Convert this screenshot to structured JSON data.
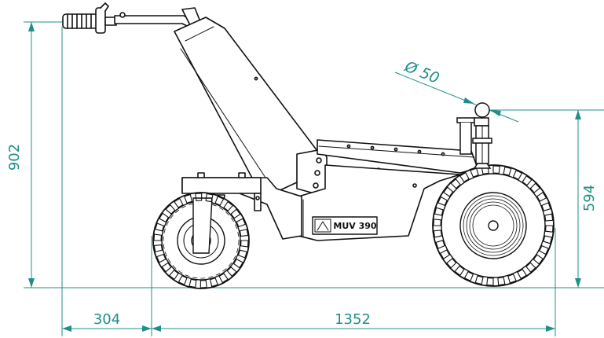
{
  "drawing": {
    "subject": "MUV 390 tug technical side view",
    "badge_text": "MUV 390",
    "colors": {
      "outline": "#111111",
      "dimension": "#1f8f88",
      "background": "#ffffff"
    }
  },
  "dimensions": {
    "overall_height": "902",
    "hitch_height": "594",
    "front_overhang": "304",
    "wheelbase": "1352",
    "ball_diameter": "Ø 50"
  }
}
